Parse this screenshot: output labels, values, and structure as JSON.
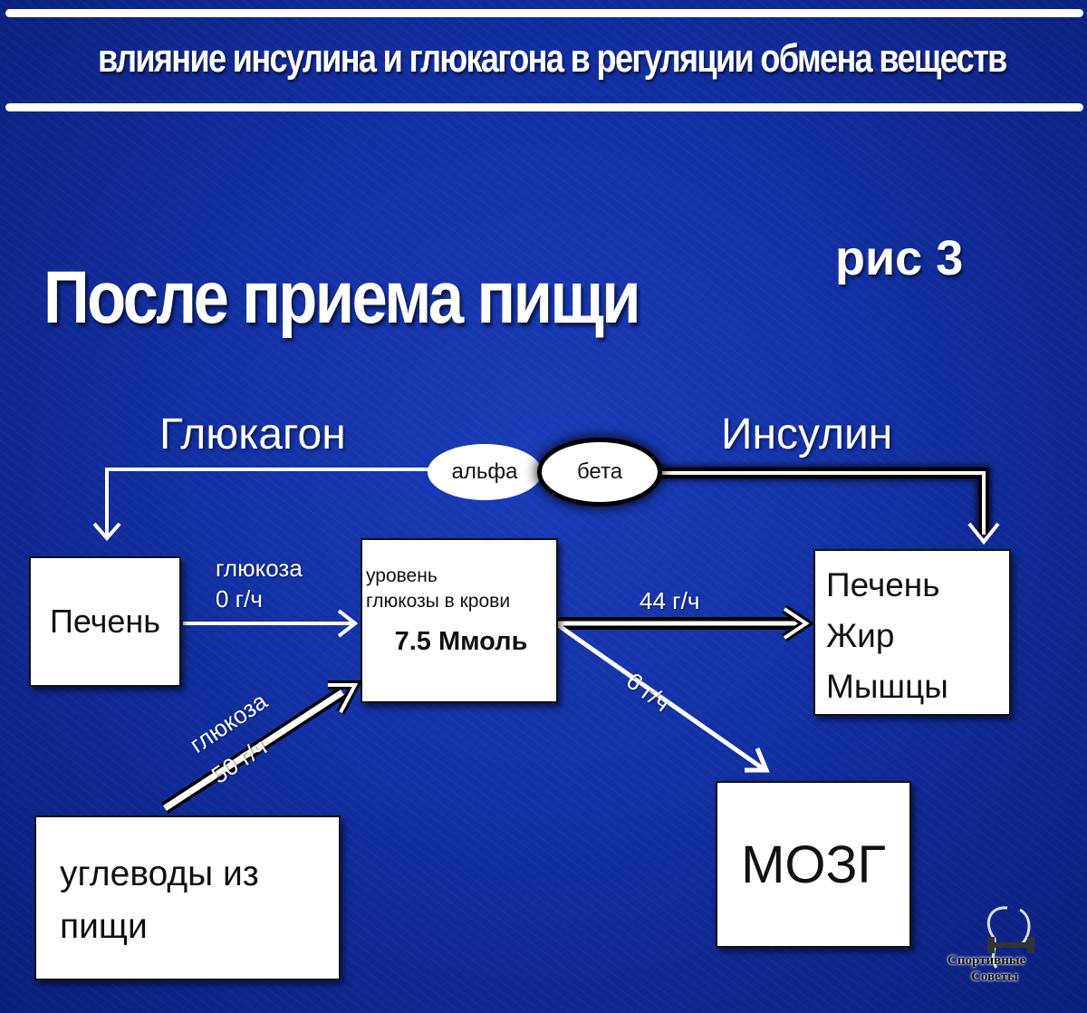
{
  "header": {
    "title": "влияние инсулина и глюкагона в регуляции обмена веществ"
  },
  "main_title": "После приема пищи",
  "figure_label": "рис 3",
  "hormones": {
    "left": "Глюкагон",
    "right": "Инсулин"
  },
  "cells": {
    "alpha": "альфа",
    "beta": "бета"
  },
  "boxes": {
    "liver_left": "Печень",
    "blood_line1": "уровень",
    "blood_line2": "глюкозы в крови",
    "blood_value": "7.5 Ммоль",
    "targets_line1": "Печень",
    "targets_line2": "Жир",
    "targets_line3": "Мышцы",
    "carbs_line1": "углеводы из",
    "carbs_line2": "пищи",
    "brain": "МОЗГ"
  },
  "flows": {
    "liver_glucose_label": "глюкоза",
    "liver_glucose_rate": "0 г/ч",
    "food_glucose_label": "глюкоза",
    "food_glucose_rate": "50 г/ч",
    "to_targets_rate": "44 г/ч",
    "to_brain_rate": "6 г/ч"
  },
  "logo": {
    "line1": "Спортивные",
    "line2": "Советы"
  }
}
